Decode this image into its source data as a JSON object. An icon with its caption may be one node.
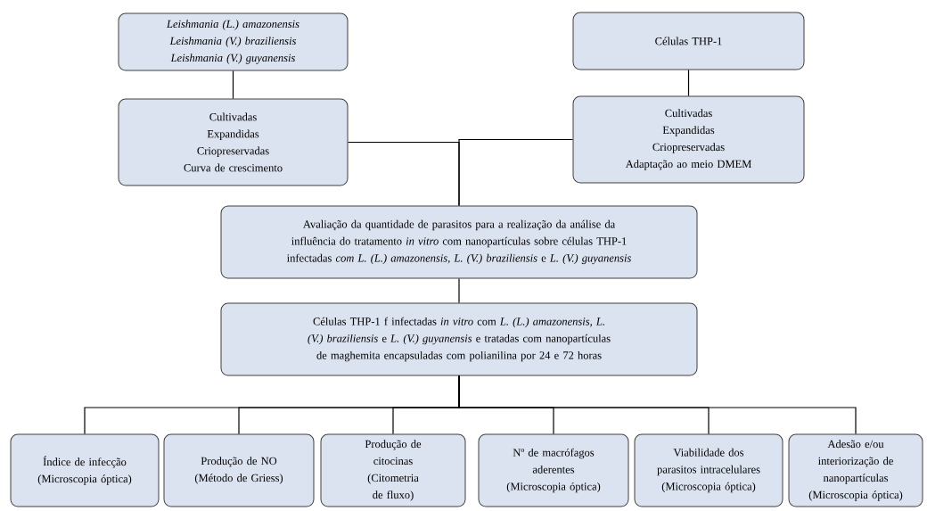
{
  "diagram": {
    "nodes": [
      {
        "text": [
          "Leishmania (L.) amazonensis",
          "Leishmania (V.) braziliensis",
          "Leishmania (V.) guyanensis"
        ]
      },
      {
        "text": [
          "Células THP-1"
        ]
      },
      {
        "text": [
          "Cultivadas",
          "Expandidas",
          "Criopreservadas",
          "Curva de crescimento"
        ]
      },
      {
        "text": [
          "Cultivadas",
          "Expandidas",
          "Criopreservadas",
          "Adaptação ao meio DMEM"
        ]
      },
      {
        "text": [
          "Avaliação da quantidade de parasitos para a realização da análise da influência do tratamento *in vitro* com nanopartículas sobre células THP-1 infectadas *com L. (L.) amazonensis, L. (V.) braziliensis* e *L. (V.) guyanensis*"
        ]
      },
      {
        "text": [
          "Células THP-1 f infectadas *in vitro* com *L. (L.) amazonensis, L. (V.) braziliensis* e *L. (V.) guyanensis* e tratadas com nanopartículas de maghemita encapsuladas com polianilina por 24 e 72 horas"
        ]
      },
      {
        "text": [
          "Índice de infecção",
          "(Microscopia óptica)"
        ]
      },
      {
        "text": [
          "Produção de NO",
          "(Método de Griess)"
        ]
      },
      {
        "text": [
          "Produção de citocinas",
          "(Citometria de fluxo)"
        ]
      },
      {
        "text": [
          "Nº de macrófagos aderentes",
          "(Microscopia óptica)"
        ]
      },
      {
        "text": [
          "Viabilidade dos parasitos intracelulares",
          "(Microscopia óptica)"
        ]
      },
      {
        "text": [
          "Adesão e/ou interiorização de nanopartículas",
          "(Microscopia óptica)"
        ]
      }
    ],
    "edges": [
      {
        "from": 0,
        "to": 2,
        "arrow": "none"
      },
      {
        "from": 1,
        "to": 3,
        "arrow": "none"
      },
      {
        "from": 2,
        "to": 4,
        "arrow": "none"
      },
      {
        "from": 3,
        "to": 4,
        "arrow": "none"
      },
      {
        "from": 4,
        "to": 5,
        "arrow": "none"
      },
      {
        "from": 5,
        "to": 6,
        "arrow": "none"
      },
      {
        "from": 5,
        "to": 7,
        "arrow": "none"
      },
      {
        "from": 5,
        "to": 8,
        "arrow": "none"
      },
      {
        "from": 5,
        "to": 9,
        "arrow": "none"
      },
      {
        "from": 5,
        "to": 10,
        "arrow": "none"
      },
      {
        "from": 5,
        "to": 11,
        "arrow": "none"
      }
    ]
  }
}
